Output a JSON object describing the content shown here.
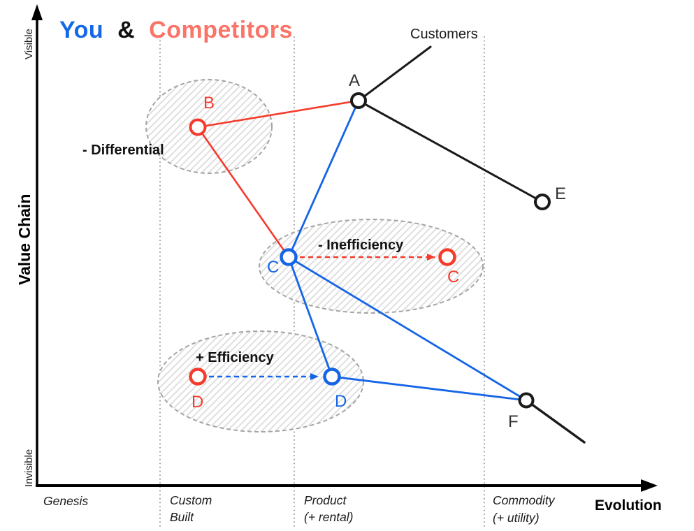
{
  "title": {
    "part_you": "You",
    "part_amp": "&",
    "part_competitors": "Competitors"
  },
  "colors": {
    "you_blue": "#1568e8",
    "competitor_red": "#f43b2c",
    "competitor_salmon": "#fa7468",
    "black": "#1a1a1a",
    "hatch_stripe": "#dcdcdc",
    "region_border": "#a5a5a5",
    "dotted_gridline": "#8f8f8f"
  },
  "y_axis": {
    "label": "Value Chain",
    "top": "Visible",
    "bottom": "Invisible"
  },
  "x_axis": {
    "label": "Evolution",
    "stages": [
      {
        "line1": "Genesis",
        "line2": ""
      },
      {
        "line1": "Custom",
        "line2": "Built"
      },
      {
        "line1": "Product",
        "line2": "(+ rental)"
      },
      {
        "line1": "Commodity",
        "line2": "(+ utility)"
      }
    ]
  },
  "customers_label": "Customers",
  "nodes": [
    {
      "id": "A",
      "label": "A",
      "owner": "shared",
      "color": "black"
    },
    {
      "id": "B",
      "label": "B",
      "owner": "competitor",
      "color": "red"
    },
    {
      "id": "C-you",
      "label": "C",
      "owner": "you",
      "color": "blue"
    },
    {
      "id": "C-competitor",
      "label": "C",
      "owner": "competitor",
      "color": "red"
    },
    {
      "id": "D-competitor",
      "label": "D",
      "owner": "competitor",
      "color": "red"
    },
    {
      "id": "D-you",
      "label": "D",
      "owner": "you",
      "color": "blue"
    },
    {
      "id": "E",
      "label": "E",
      "owner": "shared",
      "color": "black"
    },
    {
      "id": "F",
      "label": "F",
      "owner": "shared",
      "color": "black"
    }
  ],
  "regions": [
    {
      "label": "- Differential"
    },
    {
      "label": "- Inefficiency"
    },
    {
      "label": "+ Efficiency"
    }
  ],
  "edges": [
    {
      "from": "Customers",
      "to": "A",
      "color": "black"
    },
    {
      "from": "A",
      "to": "E",
      "color": "black"
    },
    {
      "from": "F",
      "to": "off-map",
      "color": "black"
    },
    {
      "from": "B",
      "to": "A",
      "color": "red"
    },
    {
      "from": "B",
      "to": "C-you",
      "color": "red"
    },
    {
      "from": "A",
      "to": "C-you",
      "color": "blue"
    },
    {
      "from": "C-you",
      "to": "D-you",
      "color": "blue"
    },
    {
      "from": "C-you",
      "to": "F",
      "color": "blue"
    },
    {
      "from": "D-you",
      "to": "F",
      "color": "blue"
    }
  ],
  "movements": [
    {
      "from": "C-you",
      "to": "C-competitor",
      "style": "dashed",
      "color": "red"
    },
    {
      "from": "D-competitor",
      "to": "D-you",
      "style": "dashed",
      "color": "blue"
    }
  ]
}
